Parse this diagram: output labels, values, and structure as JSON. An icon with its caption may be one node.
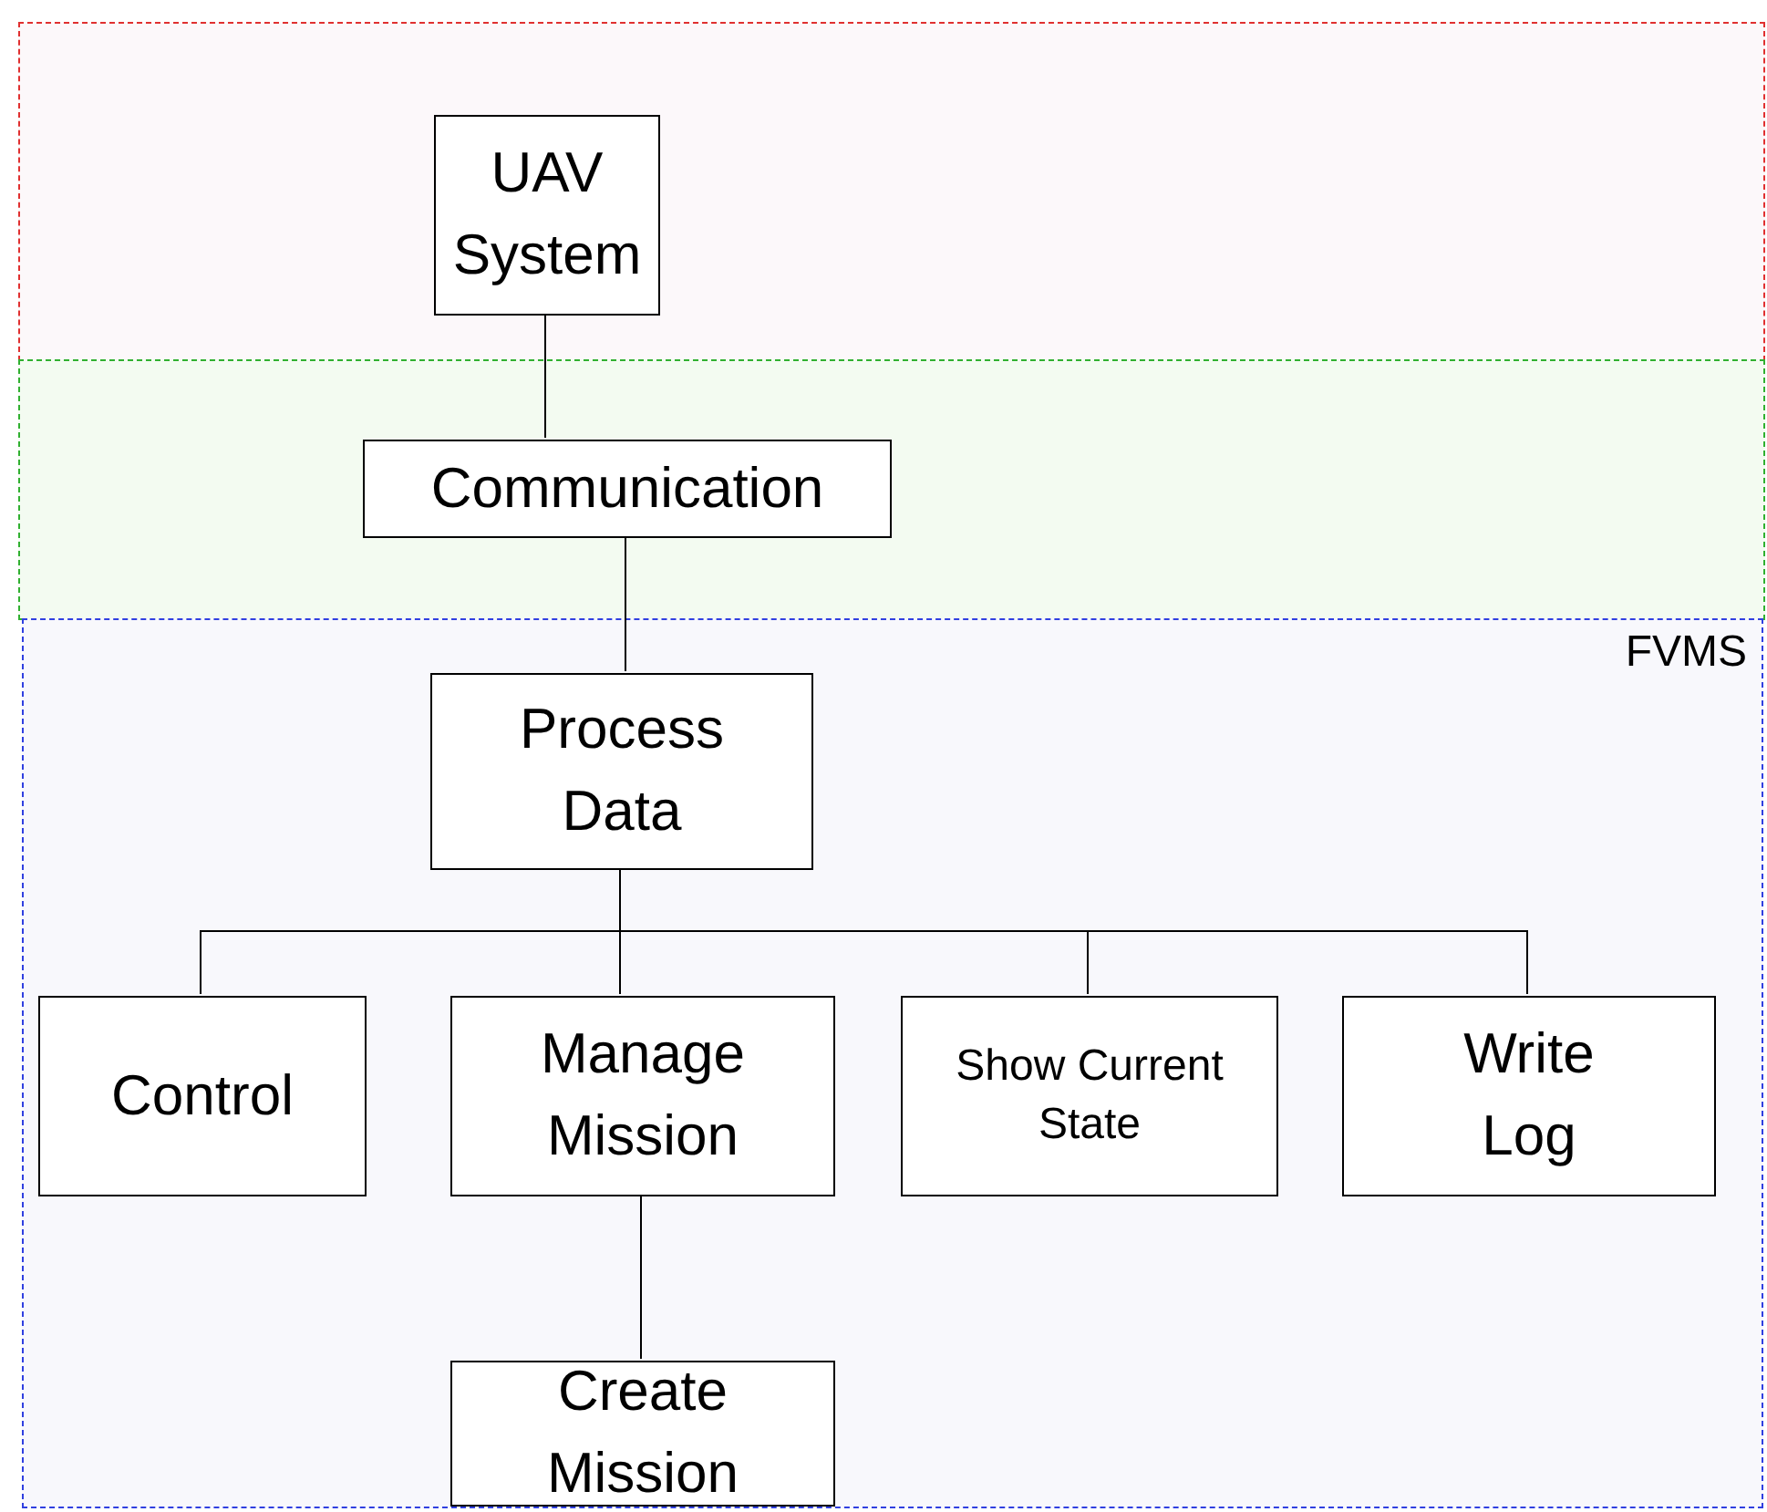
{
  "diagram": {
    "nodes": [
      {
        "text": [],
        "shape": "box"
      },
      {
        "text": [
          "UAV System"
        ],
        "in": 0
      },
      {
        "text": [],
        "shape": "box"
      },
      {
        "text": [
          "Communication"
        ],
        "in": 2
      },
      {
        "text": [
          "FVMS"
        ]
      },
      {
        "text": [
          "Process Data"
        ],
        "in": 4
      },
      {
        "text": [
          "Control"
        ],
        "in": 4
      },
      {
        "text": [
          "Manage Mission"
        ],
        "in": 4
      },
      {
        "text": [
          "Show Current State"
        ],
        "in": 4
      },
      {
        "text": [
          "Write Log"
        ],
        "in": 4
      },
      {
        "text": [
          "Create Mission"
        ],
        "in": 4
      }
    ],
    "edges": [
      {
        "from": 1,
        "to": 3,
        "arrow": "none"
      },
      {
        "from": 3,
        "to": 5,
        "arrow": "none"
      },
      {
        "from": 5,
        "to": 6,
        "arrow": "none"
      },
      {
        "from": 5,
        "to": 7,
        "arrow": "none"
      },
      {
        "from": 5,
        "to": 8,
        "arrow": "none"
      },
      {
        "from": 5,
        "to": 9,
        "arrow": "none"
      },
      {
        "from": 7,
        "to": 10,
        "arrow": "none"
      }
    ]
  }
}
